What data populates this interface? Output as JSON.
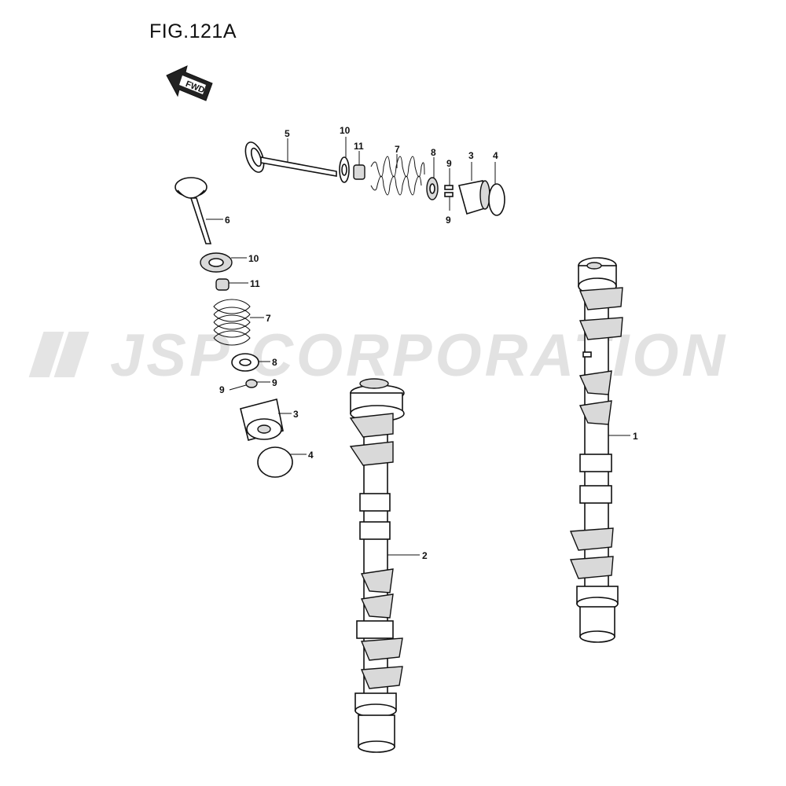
{
  "figure": {
    "title": "FIG.121A",
    "fwd_label": "FWD",
    "watermark": "JSP CORPORATION"
  },
  "callouts": {
    "c1": "1",
    "c2": "2",
    "c3a": "3",
    "c3b": "3",
    "c4a": "4",
    "c4b": "4",
    "c5": "5",
    "c6": "6",
    "c7a": "7",
    "c7b": "7",
    "c8a": "8",
    "c8b": "8",
    "c9a": "9",
    "c9b": "9",
    "c9c": "9",
    "c9d": "9",
    "c10a": "10",
    "c10b": "10",
    "c11a": "11",
    "c11b": "11"
  }
}
